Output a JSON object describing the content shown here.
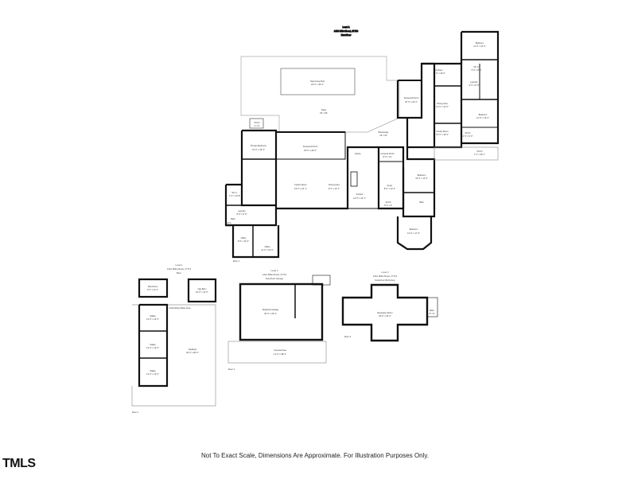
{
  "main_house": {
    "header": [
      "Level 1",
      "1410 Millet Road, 27713",
      "First Floor"
    ],
    "rooms": {
      "pool": [
        "Swimming Pool",
        "18' 0\" x 40' 0\""
      ],
      "patio": [
        "Patio",
        "54' x 66'"
      ],
      "porch_small": [
        "Porch",
        "4' x 9'"
      ],
      "primary_bedroom": [
        "Primary Bedroom",
        "15' 0\" x 15' 0\""
      ],
      "screened_porch_left": [
        "Screened Porch",
        "25' 0\" x 29' 6\""
      ],
      "pantry": [
        "Pantry",
        ""
      ],
      "family_room": [
        "Family Room",
        "19' 0\" x 21' 1\""
      ],
      "dining_area": [
        "Dining Area",
        "9' 0\" x 16' 1\""
      ],
      "wic": [
        "W.I.C.",
        "7' 0\" x 10' 8\""
      ],
      "laundry": [
        "Laundry",
        "8' 6\" x 9' 0\""
      ],
      "kitchen": [
        "Kitchen",
        "13' 5\" x 16' 1\""
      ],
      "covered_porch": [
        "Covered Porch",
        "8' 0\" x 11'"
      ],
      "foyer": [
        "Foyer",
        "8' 0\" x 12' 0\""
      ],
      "porch_mid": [
        "Porch",
        "5' 0\" x 6'"
      ],
      "bath_small": [
        "Bath",
        ""
      ],
      "porch_tiny": [
        "Porch",
        "4' x 8'"
      ],
      "office_a": [
        "Office",
        "8' 0\" x 11' 0\""
      ],
      "office_b": [
        "Office",
        "11' 0\" x 13' 0\""
      ],
      "bedroom_mid": [
        "Bedroom",
        "16' 0\" x 11' 6\""
      ],
      "bedroom_bottom": [
        "Bedroom",
        "13' 0\" x 17' 6\""
      ],
      "screened_porch_right": [
        "Screened Porch",
        "20' 0\" x 22' 0\""
      ],
      "kitchen_right": [
        "Kitchen",
        "11' 0\" x 15' 0\""
      ],
      "dining_area_right": [
        "Dining Area",
        "12' 0\" x 14' 0\""
      ],
      "family_room_right": [
        "Family Room",
        "15' 0\" x 15' 0\""
      ],
      "breezeway": [
        "Breezeway",
        "19' x 23'"
      ],
      "bedroom_top_right": [
        "Bedroom",
        "11' 0\" x 13' 0\""
      ],
      "laundry_right": [
        "Laundry",
        "6' 0\" x 8' 0\""
      ],
      "wic_right": [
        "W.I.C.",
        "5' 0\" x 8' 0\""
      ],
      "bedroom_right": [
        "Bedroom",
        "12' 0\" x 12' 0\""
      ],
      "porch_right": [
        "Porch",
        "4' 0\" x 6' 0\""
      ],
      "porch_right_bottom": [
        "Porch",
        "7' 0\" x 36' 7\""
      ],
      "bath_right": [
        "Bath",
        ""
      ]
    },
    "floor_label": "Floor 1"
  },
  "barn": {
    "header": [
      "Level 1",
      "1410 Millet Road, 27713",
      "Barn"
    ],
    "rooms": {
      "tack_room": [
        "Tack Room",
        "9' 0\" x 11' 0\""
      ],
      "hay_barn": [
        "Hay Barn",
        "16' 0\" x 12' 0\""
      ],
      "stable1": [
        "Stable",
        "12' 0\" x 12' 0\""
      ],
      "stable2": [
        "Stable",
        "12' 0\" x 12' 0\""
      ],
      "stable3": [
        "Stable",
        "12' 0\" x 12' 0\""
      ],
      "paddock": [
        "Paddock",
        "36' 0\" x 80' 0\""
      ],
      "outbuilding": [
        "Outbuilding Water Area",
        ""
      ]
    },
    "floor_label": "Floor 1"
  },
  "garage": {
    "header": [
      "Level 2",
      "1410 Millet Road, 27713",
      "Detached Garage"
    ],
    "rooms": {
      "garage": [
        "Detached Garage",
        "35' 0\" x 26' 0\""
      ],
      "covered_area": [
        "Covered Area",
        "12' 0\" x 38' 0\""
      ]
    },
    "floor_label": "Floor 2"
  },
  "workshop": {
    "header": [
      "Level 3",
      "1410 Millet Road, 27713",
      "Detached Workshop"
    ],
    "rooms": {
      "reception": [
        "Reception Room",
        "33' 0\" x 26' 0\""
      ],
      "bath": [
        "Bath",
        "5' x 8'"
      ]
    },
    "floor_label": "Floor 3"
  },
  "footer": {
    "disclaimer": "Not To Exact Scale, Dimensions Are Approximate. For Illustration Purposes Only.",
    "logo": "TMLS"
  }
}
